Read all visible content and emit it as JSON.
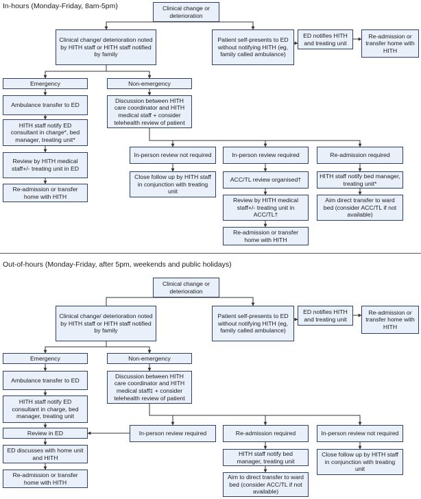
{
  "sections": [
    {
      "heading": "In-hours (Monday-Friday, 8am-5pm)",
      "start": "Clinical change or deterioration",
      "noted": "Clinical change/ deterioration noted by HITH staff or HITH staff notified by family",
      "self_presents": "Patient self-presents to ED without notifying HITH (eg, family called ambulance)",
      "ed_notifies": "ED notifies HITH and treating unit",
      "readmit_top": "Re-admission or transfer home with HITH",
      "emergency": "Emergency",
      "ambulance": "Ambulance transfer to ED",
      "notify_ed": "HITH staff notify ED consultant in charge*, bed manager, treating unit*",
      "review_ed": "Review by HITH medical staff+/- treating unit in ED",
      "readmit_left": "Re-admission or transfer home with HITH",
      "non_emergency": "Non-emergency",
      "discussion": "Discussion between HITH care coordinator and HITH medical staff + consider telehealth review of patient",
      "col1_head": "In-person review not required",
      "col1_step1": "Close follow up by HITH staff in conjunction with treating unit",
      "col2_head": "In-person review required",
      "col2_step1": "ACC/TL review organised†",
      "col2_step2": "Review by HITH medical staff+/- treating unit in ACC/TL†",
      "col2_step3": "Re-admission or transfer home with HITH",
      "col3_head": "Re-admission required",
      "col3_step1": "HITH staff notify bed manager, treating unit*",
      "col3_step2": "Aim direct transfer to ward bed (consider ACC/TL if not available)"
    },
    {
      "heading": "Out-of-hours (Monday-Friday, after 5pm, weekends and public holidays)",
      "start": "Clinical change or deterioration",
      "noted": "Clinical change/ deterioration noted by HITH staff or HITH staff notified by family",
      "self_presents": "Patient self-presents to ED without notifying HITH (eg, family called ambulance)",
      "ed_notifies": "ED notifies HITH and treating unit",
      "readmit_top": "Re-admission or transfer home with HITH",
      "emergency": "Emergency",
      "ambulance": "Ambulance transfer to ED",
      "notify_ed": "HITH staff notify ED consultant in charge, bed manager, treating unit",
      "review_ed": "Review in ED",
      "ed_discusses": "ED discusses with home unit and HITH",
      "readmit_left": "Re-admission or transfer home with HITH",
      "non_emergency": "Non-emergency",
      "discussion": "Discussion between HITH care coordinator and HITH medical staff‡ + consider telehealth review of patient",
      "col1_head": "In-person review required",
      "col2_head": "Re-admission required",
      "col2_step1": "HITH staff notify bed manager, treating unit",
      "col2_step2": "Aim to direct transfer to ward bed (consider ACC/TL if not available)",
      "col3_head": "In-person review not required",
      "col3_step1": "Close follow up by HITH staff in conjunction with treating unit"
    }
  ],
  "colors": {
    "box_fill": "#eaf0fa",
    "border": "#2b3d63",
    "line": "#333333"
  }
}
